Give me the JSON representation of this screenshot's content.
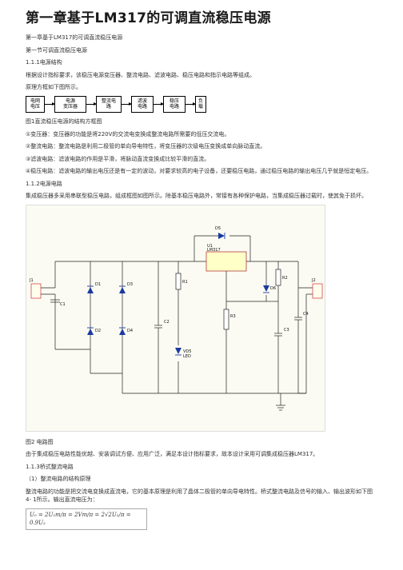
{
  "title": "第一章基于LM317的可调直流稳压电源",
  "paragraphs": {
    "p1": "第一章基于LM317的可调直流稳压电源",
    "p2": "第一节可调直流稳压电源",
    "p3": "1.1.1电源结构",
    "p4": "根据设计指标要求，该稳压电源变压器、整流电路、滤波电路、稳压电路和指示电路等组成。",
    "p5": "原理方框如下图所示。",
    "fig1": "图1直流稳压电源的结构方框图",
    "p6": "①变压器：变压器的功能是将220V的交流电变换成整流电路所需要的低压交流电。",
    "p7": "②整流电路：整流电路是利用二极管的单向导电特性，将变压器的次级电压变换成单向脉动直流。",
    "p8": "③滤波电路：滤波电路的作用是平滑，将脉动直流变换成比较平滑的直流。",
    "p9": "④稳压电路：滤波电路的输出电压还是有一定的波动，对要求较高的电子设备，还要稳压电路，通过稳压电路的输出电压几乎就是恒定电压。",
    "p10": "1.1.2电源电路",
    "p11": "集成稳压器多采用串联型稳压电路，组成框图如图所示。除基本稳压电路外，常接有各种保护电路，当集成稳压器过载时，使其免于损坏。",
    "fig2": "图2 电路图",
    "p12": "由于集成稳压电路性能优越、安装调试方便、应用广泛，满足本设计指标要求，故本设计采用可调集成稳压器LM317。",
    "p13": "1.1.3桥式整流电路",
    "p14": "（1）整流电路的结构原理",
    "p15": "整流电路的功能是把交流电变换成直流电，它的基本原理是利用了晶体二极管的单向导电特性。桥式整流电路及信号的输入、输出波形如下图4- 1所示。输出直流电压为："
  },
  "block_diagram": [
    {
      "line1": "电网",
      "line2": "电压"
    },
    {
      "line1": "电源",
      "line2": "变压器"
    },
    {
      "line1": "整流电",
      "line2": "路"
    },
    {
      "line1": "滤波",
      "line2": "电路"
    },
    {
      "line1": "稳压",
      "line2": "电路"
    },
    {
      "line1": "负",
      "line2": "载"
    }
  ],
  "schematic_labels": {
    "d1": "D1",
    "d2": "D2",
    "d3": "D3",
    "d4": "D4",
    "d5": "D5",
    "d6": "D6",
    "u1": "U1",
    "u1_part": "LM317",
    "r1": "R1",
    "r2": "R2",
    "r3": "R3",
    "c1": "C1",
    "c2": "C2",
    "c3": "C3",
    "c4": "C4",
    "j1": "J1",
    "j2": "J2",
    "led": "LED",
    "led_ref": "VD5"
  },
  "formula": "U₀ = 2U₂m/π = 2Vm/π = 2√2U₂/π = 0.9U₂"
}
